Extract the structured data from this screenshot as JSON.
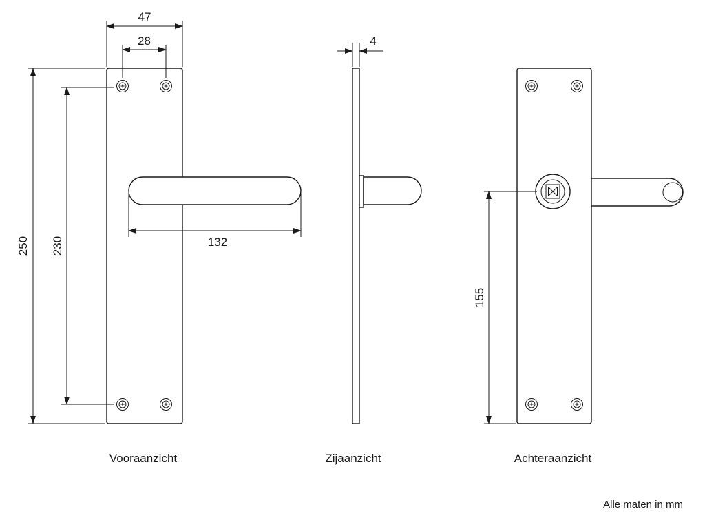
{
  "views": {
    "front": "Vooraanzicht",
    "side": "Zijaanzicht",
    "back": "Achteraanzicht"
  },
  "dimensions": {
    "plate_width": "47",
    "screw_spacing_horizontal": "28",
    "plate_height": "250",
    "screw_spacing_vertical": "230",
    "handle_length": "132",
    "plate_thickness": "4",
    "spindle_height": "155"
  },
  "note": "Alle maten in mm",
  "colors": {
    "line": "#1a1a1a",
    "background": "#ffffff"
  }
}
